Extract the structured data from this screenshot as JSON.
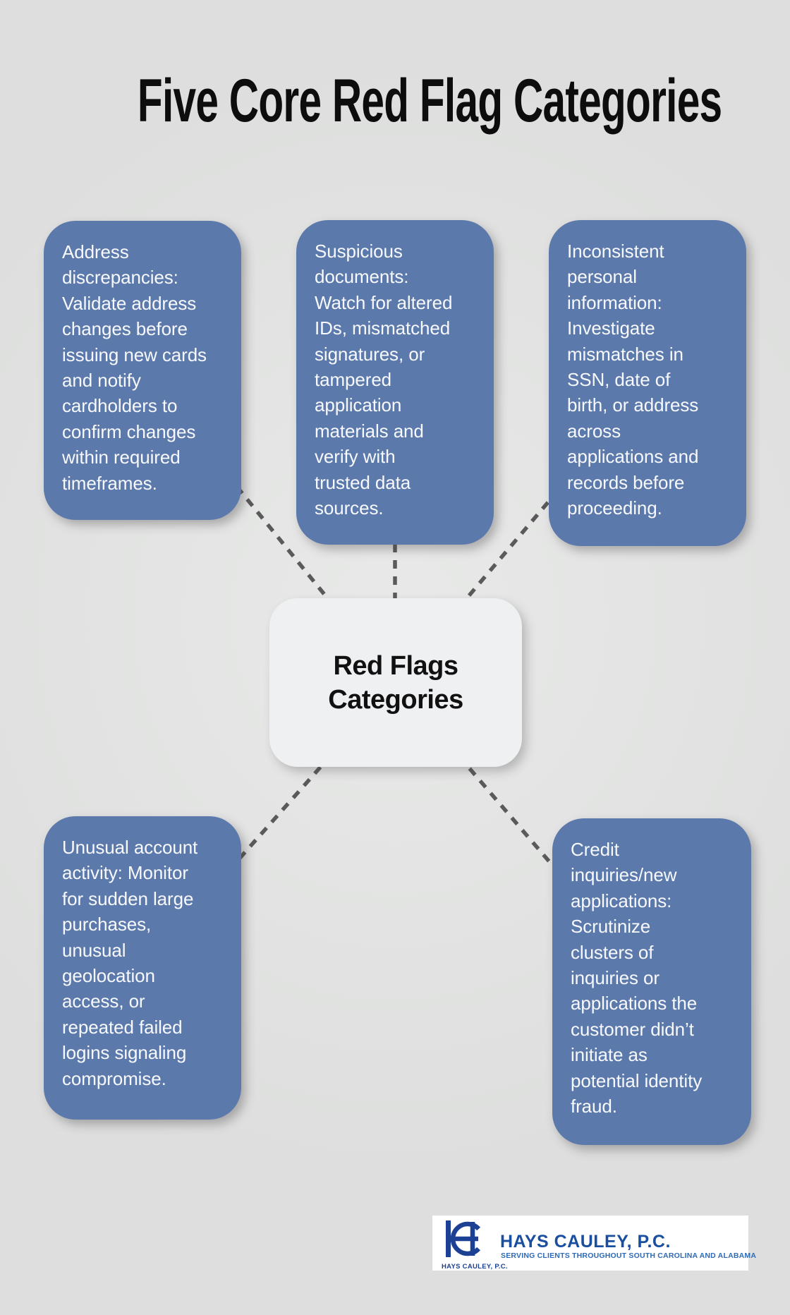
{
  "title": "Five Core Red Flag Categories",
  "center_node": {
    "label": "Red Flags\nCategories"
  },
  "categories": [
    {
      "name": "address-discrepancies",
      "text": "Address\ndiscrepancies:\nValidate address\nchanges before\nissuing new cards\nand notify\ncardholders to\nconfirm changes\nwithin required\ntimeframes."
    },
    {
      "name": "suspicious-documents",
      "text": "Suspicious\ndocuments:\nWatch for altered\nIDs, mismatched\nsignatures, or\ntampered\napplication\nmaterials and\nverify with\ntrusted data\nsources."
    },
    {
      "name": "inconsistent-personal-information",
      "text": "Inconsistent\npersonal\ninformation:\nInvestigate\nmismatches in\nSSN, date of\nbirth, or address\nacross\napplications and\nrecords before\nproceeding."
    },
    {
      "name": "unusual-account-activity",
      "text": "Unusual account\nactivity: Monitor\nfor sudden large\npurchases,\nunusual\ngeolocation\naccess, or\nrepeated failed\nlogins signaling\ncompromise."
    },
    {
      "name": "credit-inquiries-new-applications",
      "text": "Credit\ninquiries/new\napplications:\nScrutinize\nclusters of\ninquiries or\napplications the\ncustomer didn’t\ninitiate as\npotential identity\nfraud."
    }
  ],
  "footer_logo": {
    "monogram": "HC",
    "monogram_caption": "HAYS CAULEY, P.C.",
    "firm_name": "HAYS CAULEY, P.C.",
    "tagline": "SERVING CLIENTS THROUGHOUT SOUTH CAROLINA AND ALABAMA"
  },
  "colors": {
    "background": "#dddedd",
    "background_center": "#e8e9e8",
    "title": "#0d0d0d",
    "category_box": "#5c79ac",
    "category_text": "#f7f9fc",
    "center_box": "#eff0f2",
    "center_text": "#111111",
    "connector": "#5a5a5a",
    "logo_bg": "#ffffff",
    "logo_navy": "#1c4093",
    "logo_blue": "#1a4fa0",
    "logo_light_blue": "#2e6ab5"
  }
}
